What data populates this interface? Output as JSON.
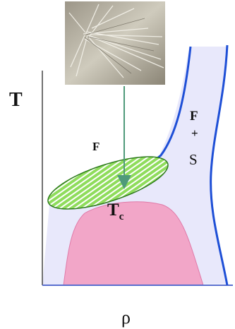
{
  "labels": {
    "y_axis": "T",
    "x_axis": "ρ",
    "fluid": "F",
    "coexist_top": "F",
    "coexist_plus": "+",
    "coexist_bottom": "S",
    "critical": "T",
    "critical_sub": "c"
  },
  "colors": {
    "coexistence_fill": "#e8e8fb",
    "boundary": "#1e4fd6",
    "critical_region": "#f2a6c8",
    "critical_region_edge": "#e07aa8",
    "ellipse_fill": "#8fdc5c",
    "ellipse_stripe": "#ffffff",
    "ellipse_edge": "#2d7a1c",
    "arrow": "#4f9a7a",
    "axis": "#444444"
  },
  "photo": {
    "description_icon": "crystal-needles-photo"
  }
}
